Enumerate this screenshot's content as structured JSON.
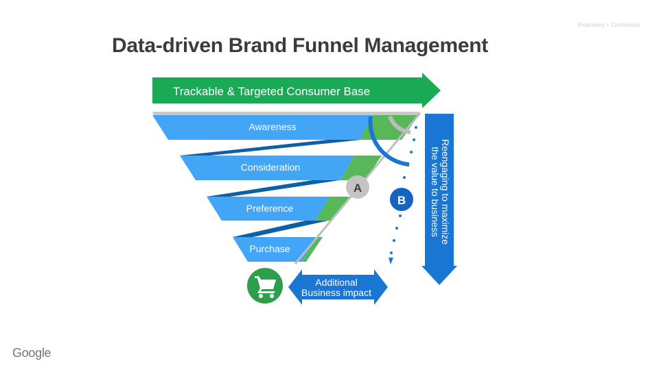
{
  "slide": {
    "confidential": "Proprietary + Confidential",
    "title": "Data-driven Brand Funnel Management",
    "logo": "Google"
  },
  "diagram": {
    "top_arrow_label": "Trackable & Targeted Consumer Base",
    "stages": [
      "Awareness",
      "Consideration",
      "Preference",
      "Purchase"
    ],
    "marker_a": "A",
    "marker_b": "B",
    "side_arrow_line1": "Reengaging to maximize",
    "side_arrow_line2": "the value to business",
    "bottom_arrow_line1": "Additional",
    "bottom_arrow_line2": "Business impact",
    "cart_icon": "shopping-cart-icon",
    "colors": {
      "green": "#1aaa55",
      "light_green": "#57b85a",
      "light_blue": "#42a5f5",
      "dark_blue": "#0d5fa6",
      "mid_blue": "#1976d2",
      "gray": "#bdbdbd"
    }
  }
}
